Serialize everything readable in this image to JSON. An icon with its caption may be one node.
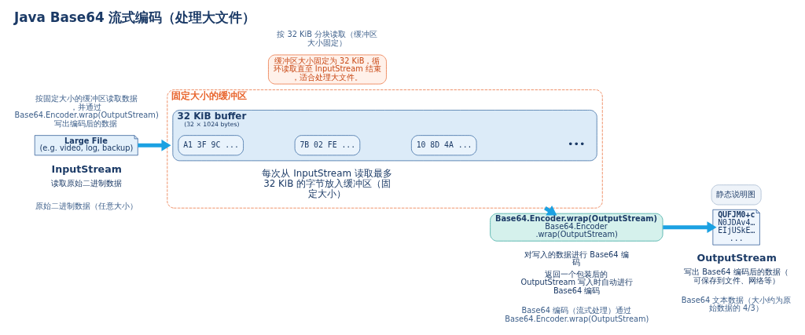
{
  "diagram": {
    "title": "Java Base64 流式编码（处理大文件）",
    "nodes": [
      {
        "text": [
          "静态说明图"
        ]
      },
      {
        "text": [
          "Large File",
          "(e.g. video, log, backup)"
        ],
        "beside": [
          "InputStream",
          "读取原始二进制数据"
        ]
      },
      {
        "text": [
          "固定大小的缓冲区",
          "每次从 InputStream 读取最多 32 KiB 的字节放入缓冲区（固定大小）"
        ]
      },
      {
        "text": [
          "32 KiB buffer",
          "(32 × 1024 bytes)"
        ],
        "in": 2
      },
      {
        "text": [
          "A1 3F 9C ..."
        ],
        "in": 3
      },
      {
        "text": [
          "7B 02 FE ..."
        ],
        "in": 3
      },
      {
        "text": [
          "10 8D 4A ..."
        ],
        "in": 3
      },
      {
        "text": [
          "Base64.Encoder.wrap(OutputStream)",
          "Base64.Encoder .wrap(OutputStream)"
        ],
        "beside": [
          "对写入的数据进行 Base64 编码",
          "返回一个包装后的 OutputStream 写入时自动进行 Base64 编码"
        ]
      },
      {
        "text": [
          "QUFJM0+c",
          "N0JDAv4…",
          "EIjUSkE…",
          "..."
        ],
        "beside": [
          "OutputStream",
          "写出 Base64 编码后的数据（可保存到文件、网络等）"
        ]
      },
      {
        "text": [
          "缓冲区大小固定为 32 KiB，循环读取直至 InputStream 结束，适合处理大文件。"
        ]
      }
    ],
    "edges": [
      {
        "from": 1,
        "to": 2,
        "arrow": "to"
      },
      {
        "from": 2,
        "to": 7,
        "arrow": "to"
      },
      {
        "from": 7,
        "to": 8,
        "arrow": "to"
      }
    ],
    "labels": [
      "按固定大小的缓冲区读取数据，并通过 Base64.Encoder.wrap(OutputStream) 写出编码后的数据",
      "•••",
      "原始二进制数据（任意大小）",
      "按 32 KiB 分块读取（缓冲区大小固定）",
      "Base64 编码（流式处理）通过 Base64.Encoder.wrap(OutputStream)",
      "Base64 文本数据（大小约为原始数据的 4/3）"
    ]
  }
}
